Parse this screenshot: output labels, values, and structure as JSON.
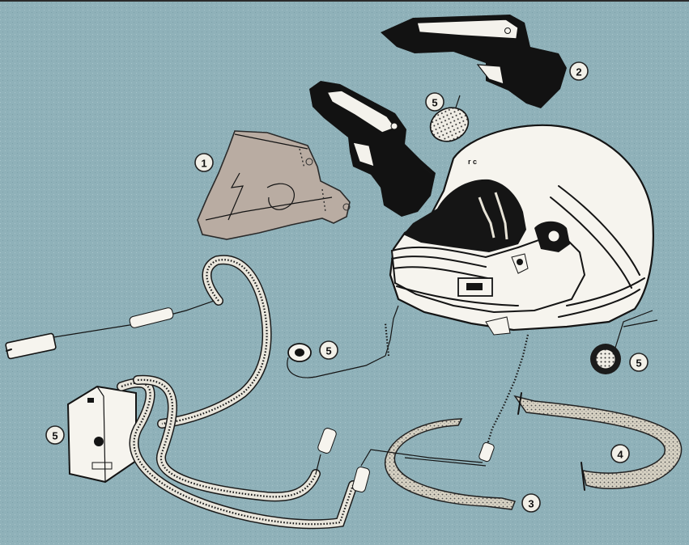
{
  "colors": {
    "background": "#8fb1b9",
    "ink": "#141414",
    "paper": "#f2f0e8",
    "visor": "#b9aca2",
    "foam": "#d7d2c3"
  },
  "callouts": [
    {
      "id": "visor",
      "label": "1"
    },
    {
      "id": "peaks",
      "label": "2"
    },
    {
      "id": "pad-left",
      "label": "3"
    },
    {
      "id": "pad-right",
      "label": "4"
    },
    {
      "id": "speaker-top",
      "label": "5"
    },
    {
      "id": "microphone",
      "label": "5"
    },
    {
      "id": "speaker-right",
      "label": "5"
    },
    {
      "id": "control-box",
      "label": "5"
    }
  ]
}
